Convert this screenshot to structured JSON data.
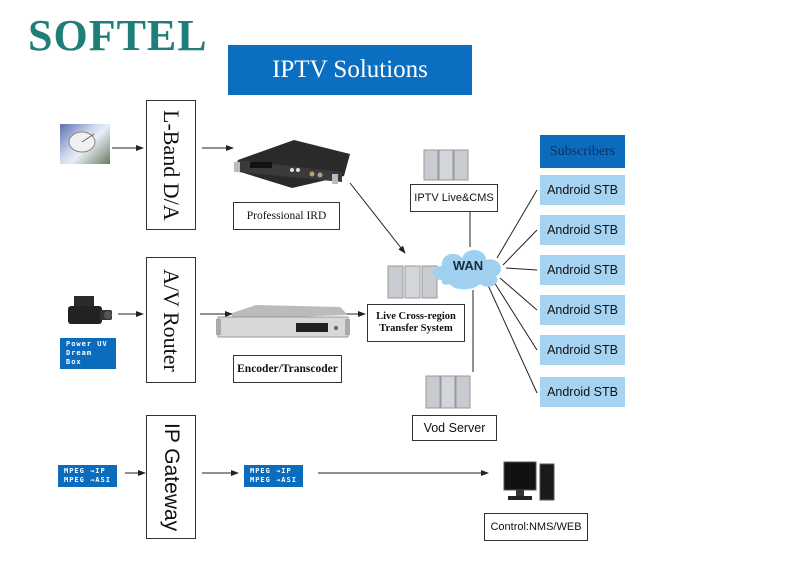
{
  "header": {
    "logo": "SOFTEL",
    "title": "IPTV Solutions"
  },
  "colors": {
    "logo": "#1f7f78",
    "banner": "#0a6fc0",
    "stb_fill": "#a7d3f2",
    "subscribers_fill": "#0b6cbd",
    "cloud": "#9fd0ef"
  },
  "stages": {
    "lband": "L-Band D/A",
    "av_router": "A/V Router",
    "ip_gateway": "IP Gateway"
  },
  "devices": {
    "ird": "Professional IRD",
    "encoder": "Encoder/Transcoder",
    "iptv_live": "IPTV Live&CMS",
    "cross_region_line1": "Live Cross-region",
    "cross_region_line2": "Transfer System",
    "vod": "Vod Server",
    "control": "Control:NMS/WEB",
    "wan": "WAN"
  },
  "sources": {
    "dream_box_line1": "Power UV",
    "dream_box_line2": "Dream Box",
    "mpeg_in": "MPEG →IP\nMPEG →ASI",
    "mpeg_out": "MPEG →IP\nMPEG →ASI"
  },
  "subscribers": {
    "header": "Subscribers",
    "items": [
      "Android STB",
      "Android STB",
      "Android STB",
      "Android STB",
      "Android STB",
      "Android STB"
    ]
  }
}
